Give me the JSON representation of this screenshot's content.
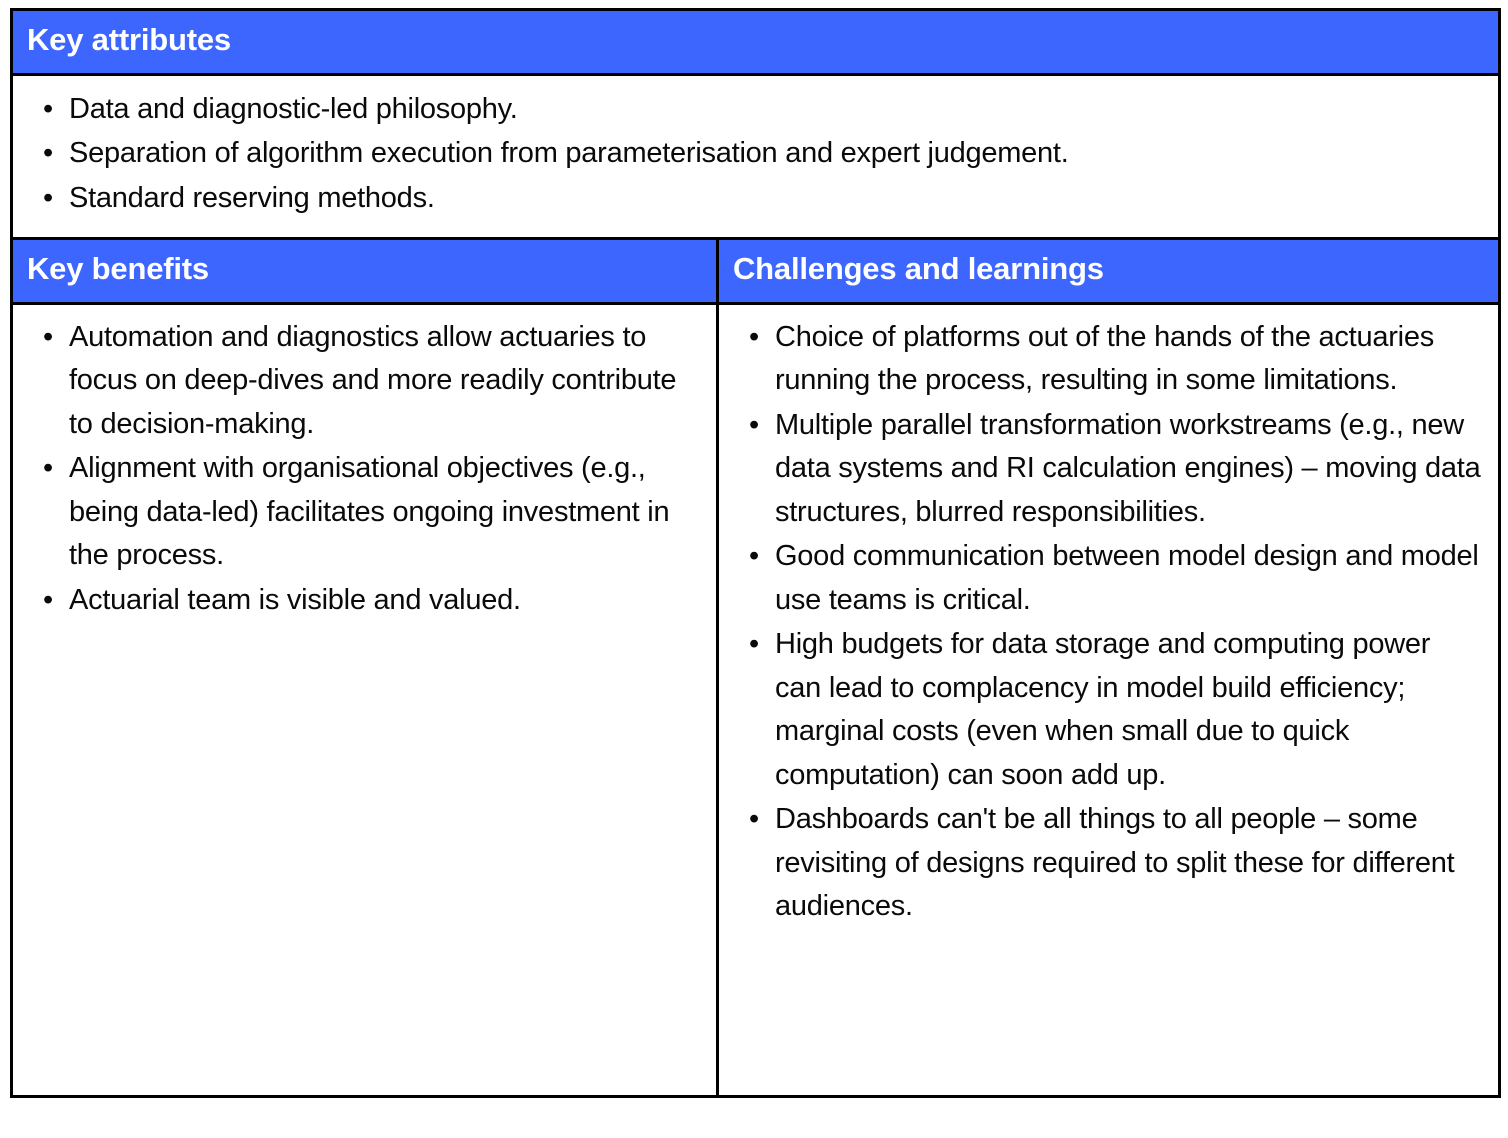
{
  "theme": {
    "header_bg": "#3D66FF",
    "header_text": "#FFFFFF",
    "body_text": "#0A0A0A",
    "border": "#000000",
    "page_bg": "#FFFFFF"
  },
  "sections": {
    "key_attributes": {
      "header": "Key attributes",
      "bullets": [
        "Data and diagnostic-led philosophy.",
        "Separation of algorithm execution from parameterisation and expert judgement.",
        "Standard reserving methods."
      ]
    },
    "key_benefits": {
      "header": "Key benefits",
      "bullets": [
        "Automation and diagnostics allow actuaries to focus on deep-dives and more readily contribute to decision-making.",
        "Alignment with organisational objectives (e.g., being data-led) facilitates ongoing investment in the process.",
        "Actuarial team is visible and valued."
      ]
    },
    "challenges_and_learnings": {
      "header": "Challenges and learnings",
      "bullets": [
        "Choice of platforms out of the hands of the actuaries running the process, resulting in some limitations.",
        "Multiple parallel transformation workstreams (e.g., new data systems and RI calculation engines) – moving data structures, blurred responsibilities.",
        "Good communication between model design and model use teams is critical.",
        "High budgets for data storage and computing power can lead to complacency in model build efficiency; marginal costs (even when small due to quick computation) can soon add up.",
        "Dashboards can't be all things to all people – some revisiting of designs required to split these for different audiences."
      ]
    }
  }
}
